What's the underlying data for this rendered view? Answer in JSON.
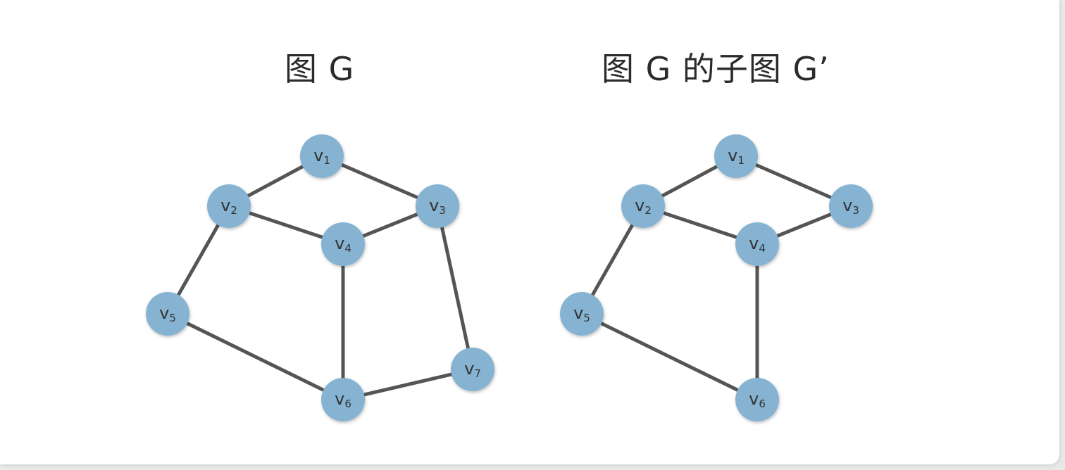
{
  "graphs": [
    {
      "title": "图 G",
      "node_ids": [
        "v1",
        "v2",
        "v3",
        "v4",
        "v5",
        "v6",
        "v7"
      ],
      "edges": [
        [
          "v1",
          "v2"
        ],
        [
          "v1",
          "v3"
        ],
        [
          "v2",
          "v4"
        ],
        [
          "v3",
          "v4"
        ],
        [
          "v2",
          "v5"
        ],
        [
          "v4",
          "v6"
        ],
        [
          "v3",
          "v7"
        ],
        [
          "v5",
          "v6"
        ],
        [
          "v6",
          "v7"
        ]
      ]
    },
    {
      "title": "图 G 的子图 G’",
      "node_ids": [
        "v1",
        "v2",
        "v3",
        "v4",
        "v5",
        "v6"
      ],
      "edges": [
        [
          "v1",
          "v2"
        ],
        [
          "v1",
          "v3"
        ],
        [
          "v2",
          "v4"
        ],
        [
          "v3",
          "v4"
        ],
        [
          "v2",
          "v5"
        ],
        [
          "v4",
          "v6"
        ],
        [
          "v5",
          "v6"
        ]
      ]
    }
  ],
  "nodes": {
    "v1": {
      "letter": "v",
      "sub": "1"
    },
    "v2": {
      "letter": "v",
      "sub": "2"
    },
    "v3": {
      "letter": "v",
      "sub": "3"
    },
    "v4": {
      "letter": "v",
      "sub": "4"
    },
    "v5": {
      "letter": "v",
      "sub": "5"
    },
    "v6": {
      "letter": "v",
      "sub": "6"
    },
    "v7": {
      "letter": "v",
      "sub": "7"
    }
  },
  "colors": {
    "node_fill": "#86b3d1",
    "edge": "#555555",
    "text": "#2b2b2b"
  }
}
